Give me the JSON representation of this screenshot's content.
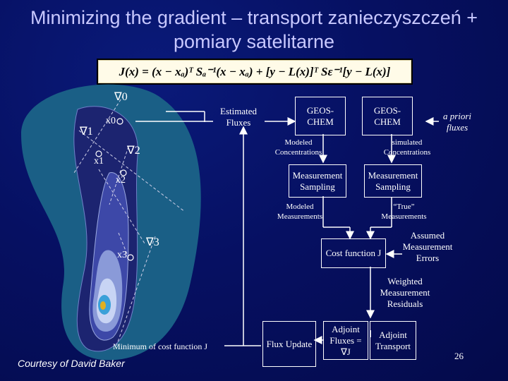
{
  "title": "Minimizing the gradient – transport zanieczyszczeń + pomiary satelitarne",
  "equation": "J(x) = (x − xₐ)ᵀ Sₐ⁻¹(x − xₐ) + [y − L(x)]ᵀ Sε⁻¹[y − L(x)]",
  "left_diagram": {
    "grad0": "∇0",
    "grad1": "∇1",
    "grad2": "∇2",
    "grad3": "∇3",
    "x0": "x0",
    "x1": "x1",
    "x2": "x2",
    "x3": "x3",
    "estimated_fluxes": "Estimated Fluxes",
    "minimum_label": "Minimum of cost function J"
  },
  "flow": {
    "geos_chem_left": "GEOS-CHEM",
    "geos_chem_right": "GEOS-CHEM",
    "a_priori_fluxes": "a priori fluxes",
    "modeled_concentrations": "Modeled Concentrations",
    "simulated_concentrations": "simulated Concentrations",
    "measurement_sampling_left": "Measurement Sampling",
    "measurement_sampling_right": "Measurement Sampling",
    "modeled_measurements": "Modeled Measurements",
    "true_measurements": "“True” Measurements",
    "cost_function": "Cost function J",
    "assumed_errors": "Assumed Measurement Errors",
    "weighted_residuals": "Weighted Measurement Residuals",
    "flux_update": "Flux Update",
    "adjoint_fluxes": "Adjoint Fluxes = ∇J",
    "adjoint_transport": "Adjoint Transport"
  },
  "credit": "Courtesy of David Baker",
  "page_number": "26"
}
